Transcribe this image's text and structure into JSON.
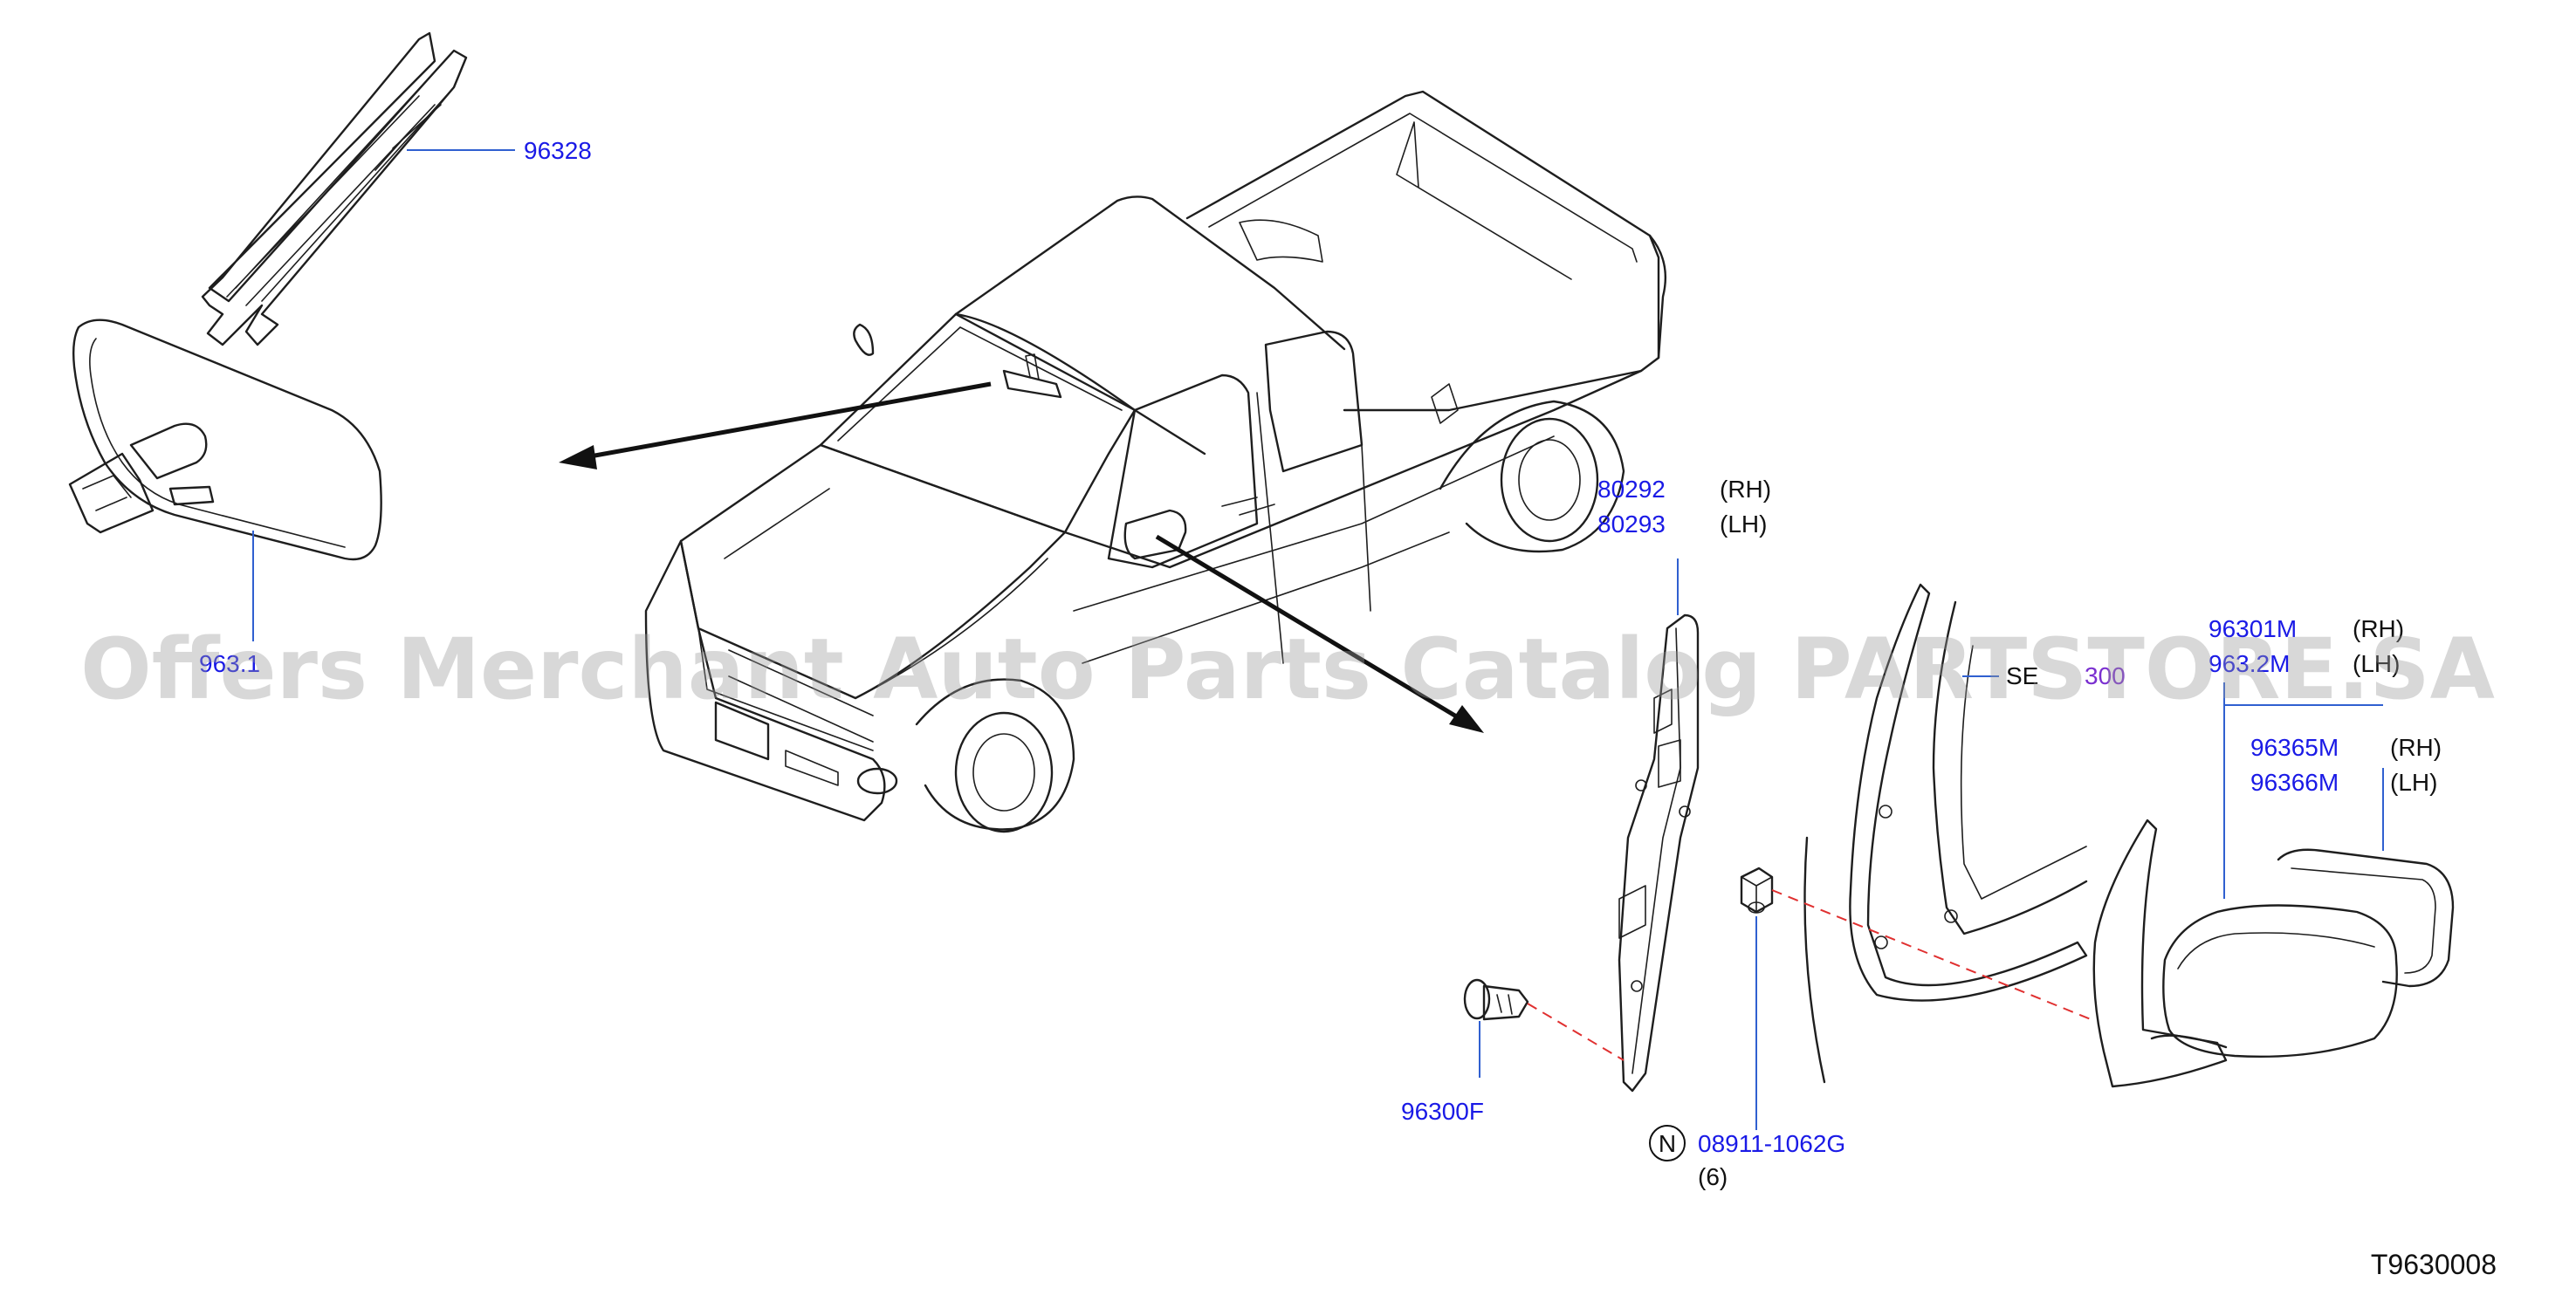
{
  "labels": {
    "p96328": "96328",
    "p96321": "963.1",
    "p80292": "80292",
    "p80293": "80293",
    "rh": "(RH)",
    "lh": "(LH)",
    "p96301m": "96301M",
    "p96302m": "963.2M",
    "p96365m": "96365M",
    "p96366m": "96366M",
    "p96300f": "96300F",
    "p08911": "08911-1062G",
    "qty": "(6)",
    "n_mark": "N",
    "sec_prefix": "SE",
    "sec_num": "300"
  },
  "diagram_id": "T9630008",
  "watermark": "Offers Merchant Auto Parts Catalog PARTSTORE.SA",
  "colors": {
    "part_number": "#1a1ae6",
    "leader": "#3060d0",
    "dashed": "#e03030",
    "section_ref": "#7a2fd0"
  }
}
